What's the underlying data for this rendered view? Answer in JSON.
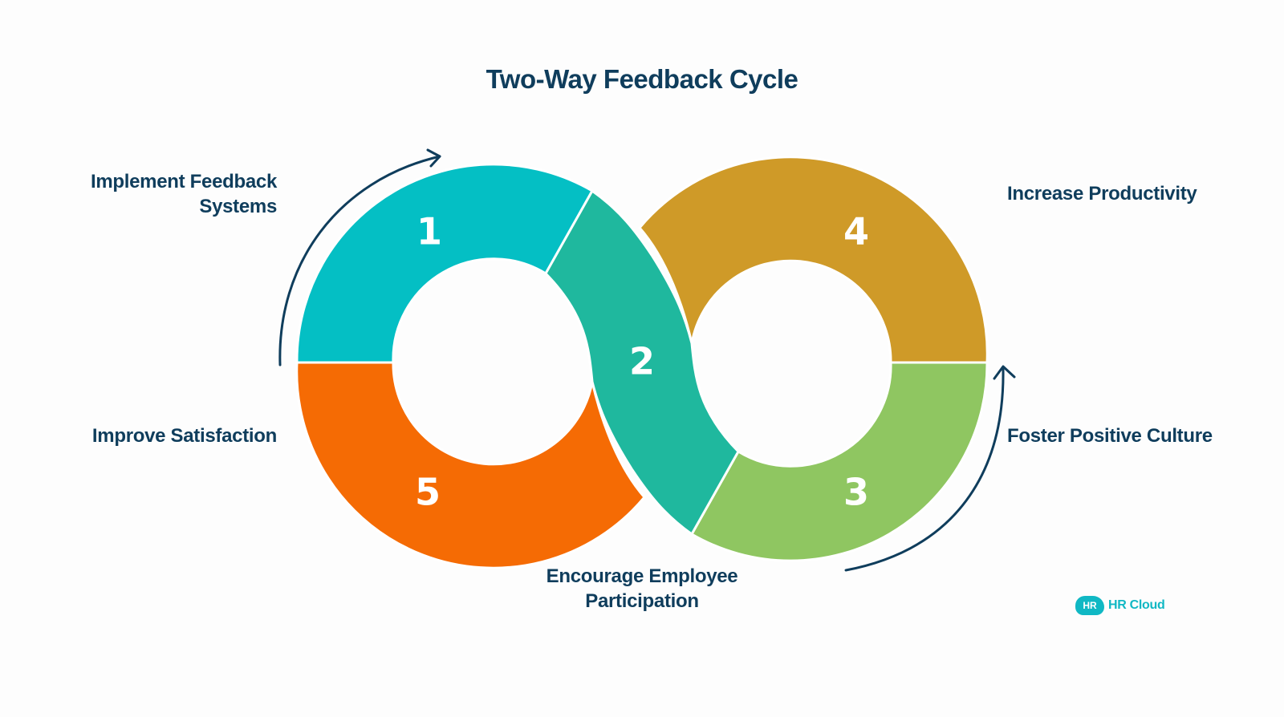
{
  "title": "Two-Way Feedback Cycle",
  "steps": [
    {
      "number": "1",
      "label_lines": [
        "Implement Feedback",
        "Systems"
      ],
      "color": "#04bfc4"
    },
    {
      "number": "2",
      "label_lines": [
        "Encourage Employee",
        "Participation"
      ],
      "color": "#1fb89e"
    },
    {
      "number": "3",
      "label_lines": [
        "Foster Positive Culture"
      ],
      "color": "#8fc661"
    },
    {
      "number": "4",
      "label_lines": [
        "Increase Productivity"
      ],
      "color": "#cf9a28"
    },
    {
      "number": "5",
      "label_lines": [
        "Improve Satisfaction"
      ],
      "color": "#f56b04"
    }
  ],
  "arrow_color": "#0f3d5c",
  "logo": {
    "badge": "HR",
    "text": "HR Cloud",
    "color": "#10b8c4"
  }
}
